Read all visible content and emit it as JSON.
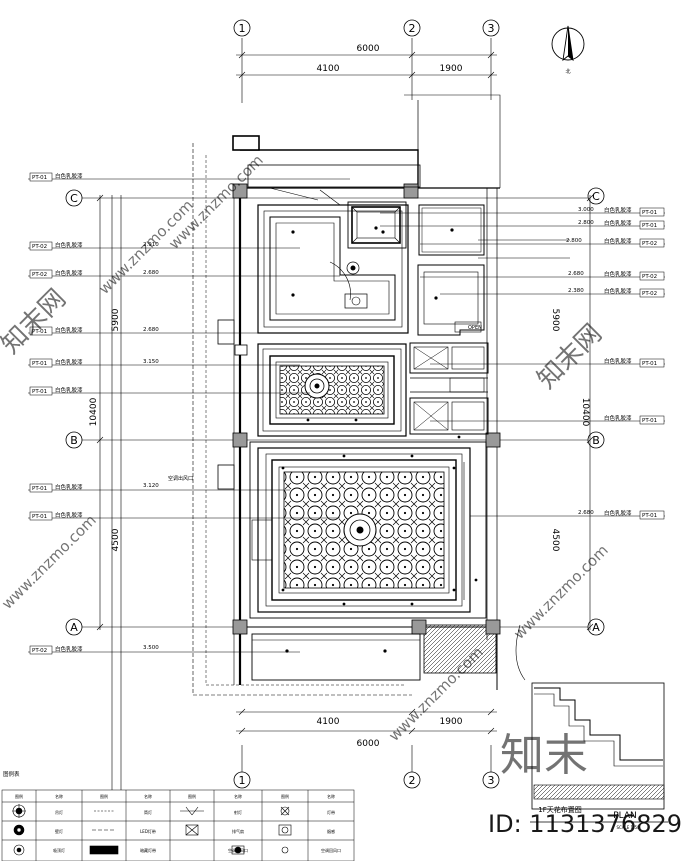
{
  "grid": {
    "top_labels": [
      "1",
      "2",
      "3"
    ],
    "bottom_labels": [
      "1",
      "2",
      "3"
    ],
    "left_labels": [
      "C",
      "B",
      "A"
    ],
    "right_labels": [
      "C",
      "B",
      "A"
    ]
  },
  "dimensions": {
    "top_total": "6000",
    "top_left": "4100",
    "top_right": "1900",
    "bottom_left": "4100",
    "bottom_right": "1900",
    "bottom_total": "6000",
    "left_total": "10400",
    "left_upper": "5900",
    "left_lower": "4500",
    "right_total": "10400",
    "right_upper": "5900",
    "right_lower": "4500"
  },
  "callouts_left": [
    {
      "tag": "PT-01",
      "text": "白色乳胶漆",
      "level": ""
    },
    {
      "tag": "PT-02",
      "text": "白色乳胶漆",
      "level": "2.910"
    },
    {
      "tag": "PT-02",
      "text": "白色乳胶漆",
      "level": "2.680"
    },
    {
      "tag": "PT-01",
      "text": "白色乳胶漆",
      "level": "2.680"
    },
    {
      "tag": "PT-01",
      "text": "白色乳胶漆",
      "level": "3.150"
    },
    {
      "tag": "PT-01",
      "text": "白色乳胶漆",
      "level": ""
    },
    {
      "tag": "PT-01",
      "text": "白色乳胶漆",
      "level": "3.120"
    },
    {
      "tag": "PT-01",
      "text": "白色乳胶漆",
      "level": ""
    },
    {
      "tag": "PT-02",
      "text": "白色乳胶漆",
      "level": "3.500"
    }
  ],
  "callouts_right": [
    {
      "tag": "PT-01",
      "text": "白色乳胶漆",
      "level": "3.000"
    },
    {
      "tag": "PT-01",
      "text": "白色乳胶漆",
      "level": "2.800"
    },
    {
      "tag": "PT-02",
      "text": "白色乳胶漆",
      "level": "2.800"
    },
    {
      "tag": "PT-02",
      "text": "白色乳胶漆",
      "level": "2.680"
    },
    {
      "tag": "PT-02",
      "text": "白色乳胶漆",
      "level": "2.380"
    },
    {
      "tag": "PT-01",
      "text": "白色乳胶漆",
      "level": ""
    },
    {
      "tag": "PT-01",
      "text": "白色乳胶漆",
      "level": ""
    },
    {
      "tag": "PT-01",
      "text": "白色乳胶漆",
      "level": "2.680"
    }
  ],
  "other_labels": {
    "ac_note": "空调出风口",
    "opening": "OPEN"
  },
  "legend": {
    "title": "图例表",
    "headers": [
      "图例",
      "名称",
      "图例",
      "名称",
      "图例",
      "名称",
      "图例",
      "名称"
    ],
    "cells": [
      "吊灯",
      "筒灯",
      "射灯",
      "灯带",
      "壁灯",
      "LED灯带",
      "排气扇",
      "烟感",
      "吸顶灯",
      "暗藏灯带",
      "空调出风口",
      "空调回风口"
    ]
  },
  "title_block": {
    "title": "1F天花布置图",
    "subtitle": "PLAN",
    "scale": "SCALE 1:50"
  },
  "watermarks": {
    "site": "www.znzmo.com",
    "brand_cn": "知末网",
    "brand_logo": "知末",
    "id_text": "ID: 1131376829"
  },
  "north_label": "北"
}
